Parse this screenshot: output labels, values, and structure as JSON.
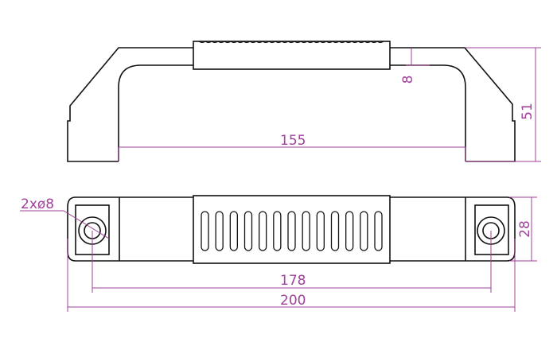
{
  "colors": {
    "outline": "#111111",
    "dimension": "#a0419b"
  },
  "dimensions": {
    "inner_span": "155",
    "bar_thickness": "8",
    "height": "51",
    "hole_note": "2xø8",
    "width": "28",
    "hole_spacing": "178",
    "overall_length": "200"
  },
  "grip_slot_count": 13
}
